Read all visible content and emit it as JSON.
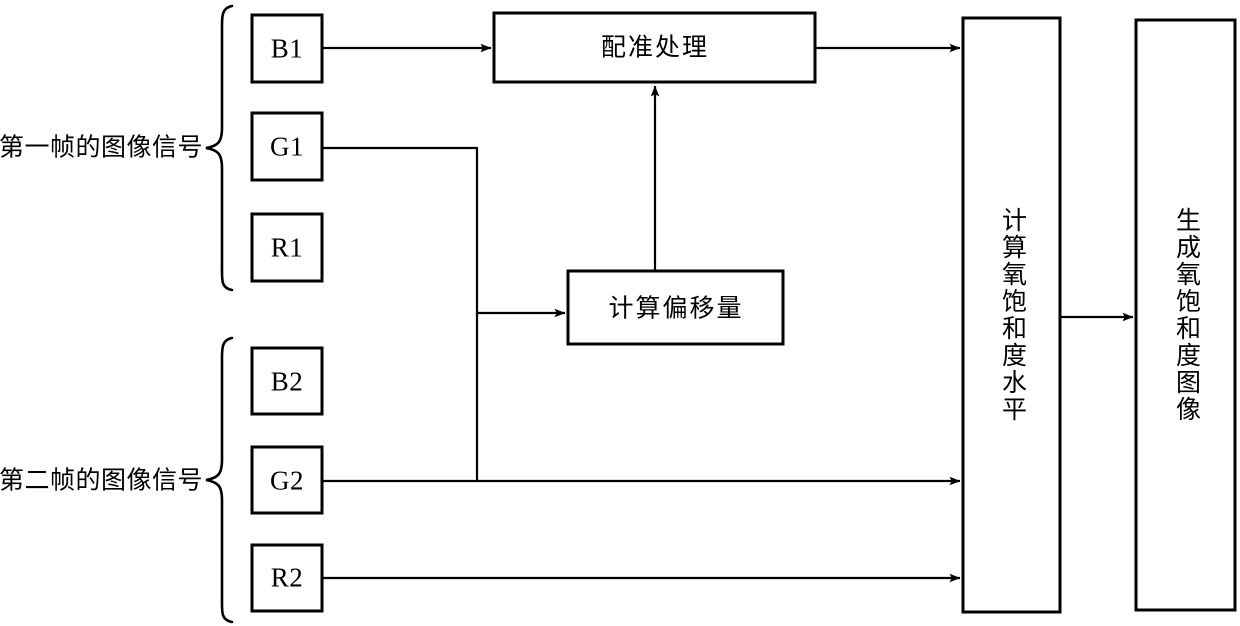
{
  "diagram": {
    "type": "block-diagram",
    "groups": [
      {
        "id": "frame-1",
        "label": "第一帧的图像信号",
        "channels": [
          {
            "id": "b1",
            "label": "B1"
          },
          {
            "id": "g1",
            "label": "G1"
          },
          {
            "id": "r1",
            "label": "R1"
          }
        ]
      },
      {
        "id": "frame-2",
        "label": "第二帧的图像信号",
        "channels": [
          {
            "id": "b2",
            "label": "B2"
          },
          {
            "id": "g2",
            "label": "G2"
          },
          {
            "id": "r2",
            "label": "R2"
          }
        ]
      }
    ],
    "process_blocks": [
      {
        "id": "registration",
        "label": "配准处理"
      },
      {
        "id": "offset-calc",
        "label": "计算偏移量"
      },
      {
        "id": "oxygen-level",
        "label": "计算氧饱和度水平",
        "orientation": "vertical"
      },
      {
        "id": "oxygen-image",
        "label": "生成氧饱和度图像",
        "orientation": "vertical"
      }
    ],
    "colors": {
      "stroke": "#000000",
      "fill": "#ffffff",
      "background": "#ffffff"
    }
  }
}
